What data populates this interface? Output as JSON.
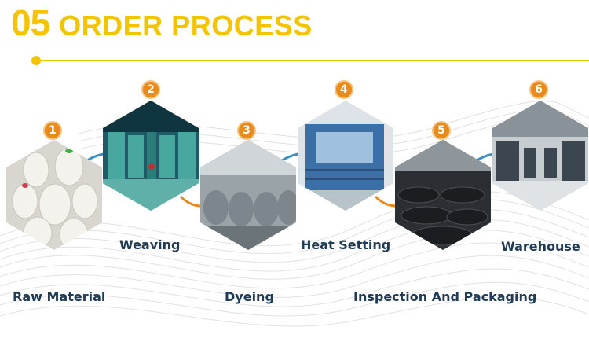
{
  "header": {
    "number": "05",
    "title": "ORDER PROCESS"
  },
  "colors": {
    "accent": "#f5c400",
    "badge": "#e98a1c",
    "label": "#1f3b55",
    "connector_blue": "#3a8fc8",
    "connector_orange": "#e98a1c"
  },
  "steps": [
    {
      "number": "1",
      "label": "Raw Material",
      "icon": "yarn-cones-photo"
    },
    {
      "number": "2",
      "label": "Weaving",
      "icon": "weaving-machines-photo"
    },
    {
      "number": "3",
      "label": "Dyeing",
      "icon": "dyeing-machines-photo"
    },
    {
      "number": "4",
      "label": "Heat Setting",
      "icon": "heat-setting-machine-photo"
    },
    {
      "number": "5",
      "label": "Inspection And Packaging",
      "icon": "fabric-rolls-photo"
    },
    {
      "number": "6",
      "label": "Warehouse",
      "icon": "warehouse-photo"
    }
  ]
}
